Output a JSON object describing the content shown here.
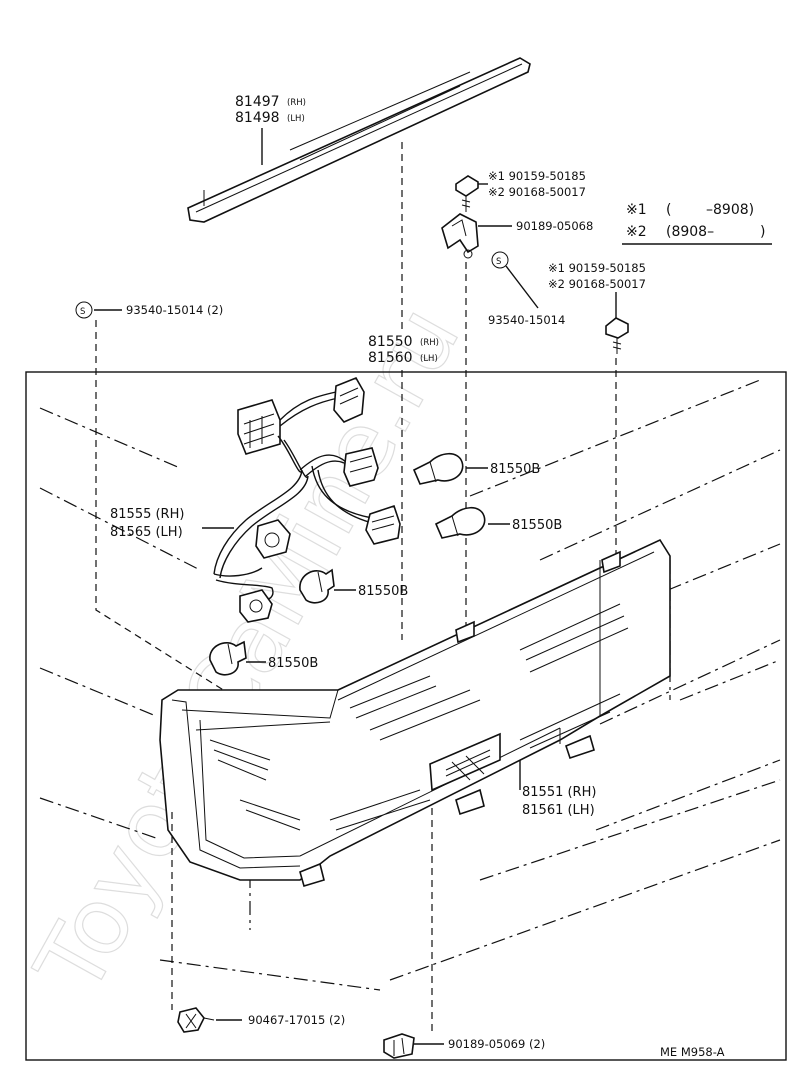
{
  "diagram": {
    "watermark": "ToyotaCaMine.ru",
    "footer_code": "ME M958-A",
    "legend": {
      "row1": {
        "mark": "※1",
        "open": "(",
        "range": "–8908)"
      },
      "row2": {
        "mark": "※2",
        "open": "(8908–",
        "close": ")"
      }
    },
    "parts": {
      "moulding_rh": "81497",
      "moulding_rh_side": "(RH)",
      "moulding_lh": "81498",
      "moulding_lh_side": "(LH)",
      "bolt_top_1": "※1 90159-50185",
      "bolt_top_2": "※2 90168-50017",
      "bracket": "90189-05068",
      "nut_bracket": "93540-15014",
      "bolt_side_1": "※1 90159-50185",
      "bolt_side_2": "※2 90168-50017",
      "nut_left": "93540-15014 (2)",
      "lamp_assy_rh": "81550",
      "lamp_assy_rh_side": "(RH)",
      "lamp_assy_lh": "81560",
      "lamp_assy_lh_side": "(LH)",
      "bulb_a": "81550B",
      "bulb_b": "81550B",
      "bulb_c": "81550B",
      "bulb_d": "81550B",
      "socket_rh": "81555 (RH)",
      "socket_lh": "81565 (LH)",
      "lens_rh": "81551 (RH)",
      "lens_lh": "81561 (LH)",
      "screw_bottom": "90467-17015 (2)",
      "clip_bottom": "90189-05069 (2)",
      "s_mark": "S"
    }
  }
}
